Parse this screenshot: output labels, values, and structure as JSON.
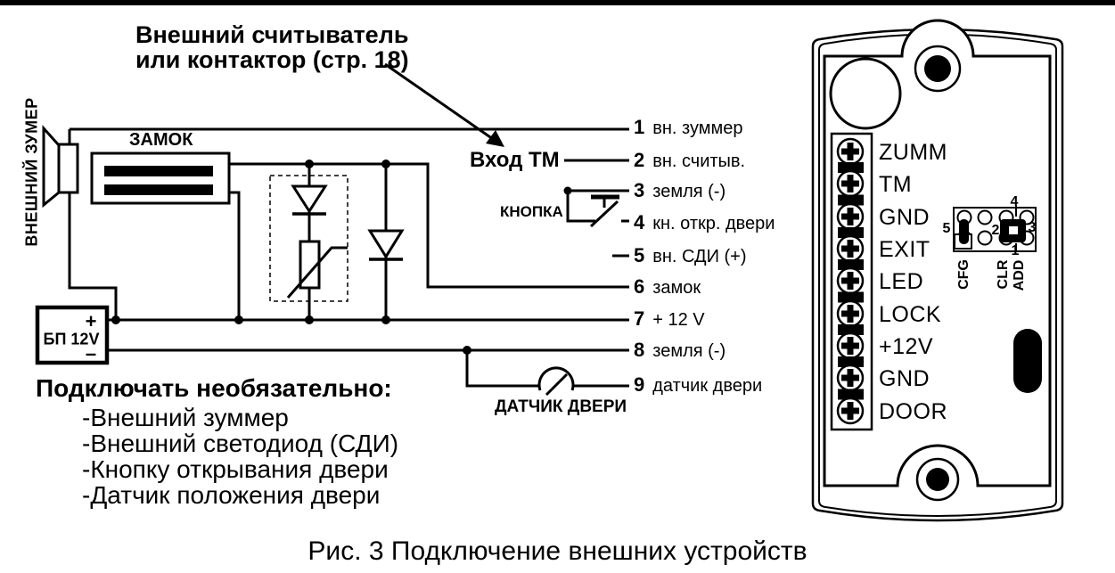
{
  "page": {
    "caption": "Рис. 3 Подключение внешних устройств"
  },
  "callout": {
    "line1": "Внешний считыватель",
    "line2": "или контактор (стр. 18)"
  },
  "schematic": {
    "buzzer_label": "ВНЕШНИЙ ЗУМЕР",
    "lock_label": "ЗАМОК",
    "psu_label": "БП 12V",
    "psu_plus": "+",
    "psu_minus": "–",
    "tm_input_label": "Вход ТМ",
    "button_label": "КНОПКА",
    "door_sensor_label": "ДАТЧИК ДВЕРИ",
    "terminals": [
      {
        "num": "1",
        "label": "вн. зуммер"
      },
      {
        "num": "2",
        "label": "вн. считыв."
      },
      {
        "num": "3",
        "label": "земля (-)"
      },
      {
        "num": "4",
        "label": "кн. откр. двери"
      },
      {
        "num": "5",
        "label": "вн. СДИ (+)"
      },
      {
        "num": "6",
        "label": "замок"
      },
      {
        "num": "7",
        "label": "+ 12 V"
      },
      {
        "num": "8",
        "label": "земля (-)"
      },
      {
        "num": "9",
        "label": "датчик двери"
      }
    ]
  },
  "optional_note": {
    "header": "Подключать необязательно:",
    "items": [
      "-Внешний зуммер",
      "-Внешний светодиод (СДИ)",
      "-Кнопку открывания двери",
      "-Датчик положения двери"
    ]
  },
  "board": {
    "terminal_labels": [
      "ZUMM",
      "TM",
      "GND",
      "EXIT",
      "LED",
      "LOCK",
      "+12V",
      "GND",
      "DOOR"
    ],
    "jumper": {
      "pin_numbers": [
        "1",
        "2",
        "3",
        "4",
        "5"
      ],
      "cfg_label": "CFG",
      "clr_label": "CLR",
      "add_label": "ADD"
    }
  },
  "colors": {
    "ink": "#000000",
    "background": "#ffffff"
  }
}
